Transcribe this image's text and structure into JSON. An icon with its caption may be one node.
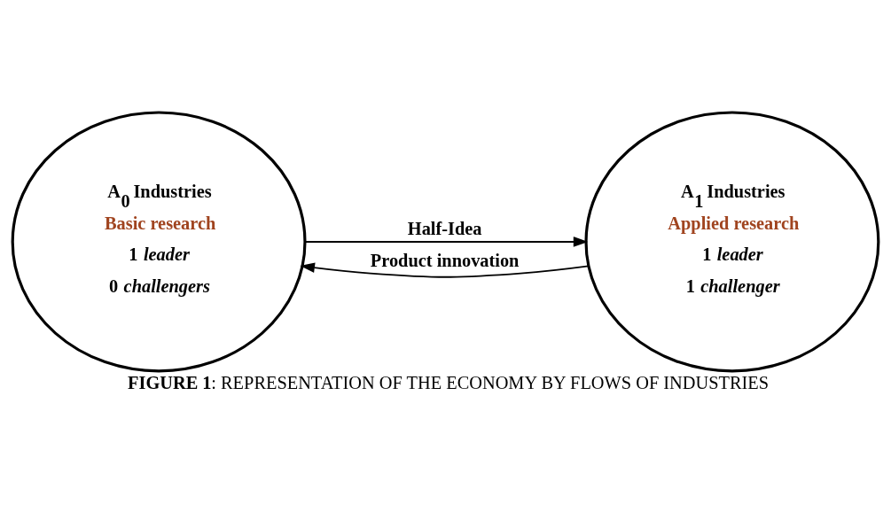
{
  "diagram": {
    "caption": "**FIGURE 1**: REPRESENTATION OF THE ECONOMY BY FLOWS OF INDUSTRIES",
    "nodes": [
      {
        "text": [
          "A$_{0}$ Industries",
          "Basic research",
          "1 *leader*",
          "0 *challengers*"
        ]
      },
      {
        "text": [
          "A$_{1}$ Industries",
          "Applied research",
          "1 *leader*",
          "1 *challenger*"
        ]
      }
    ],
    "edges": [
      {
        "from": 0,
        "to": 1,
        "arrow": "to",
        "label": "Half-Idea"
      },
      {
        "from": 1,
        "to": 0,
        "arrow": "to",
        "label": "Product innovation"
      }
    ]
  }
}
